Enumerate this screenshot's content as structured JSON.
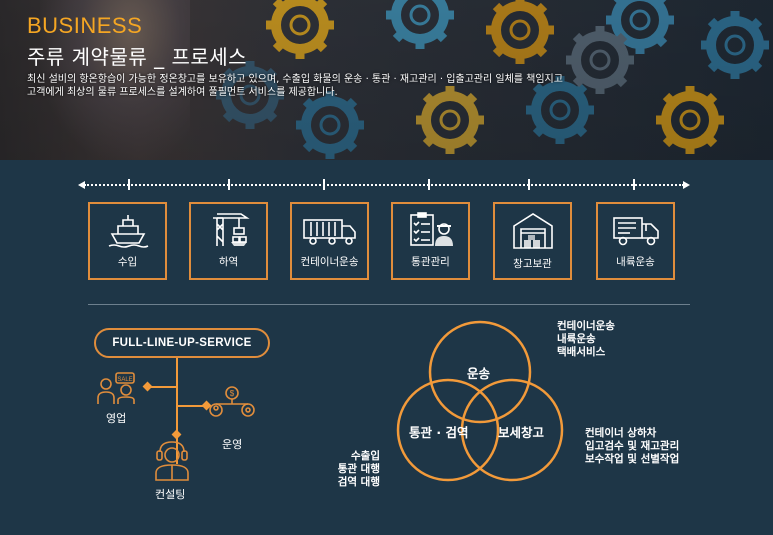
{
  "header": {
    "title": "BUSINESS",
    "subtitle": "주류 계약물류 _ 프로세스",
    "description_lines": [
      "최신 설비의 항온항습이 가능한 정온창고를 보유하고 있으며, 수출입 화물의 운송 · 통관 · 재고관리 · 입출고관리 일체를 책임지고",
      "고객에게 최상의 물류 프로세스를 설계하여 풀필먼트 서비스를 제공합니다."
    ]
  },
  "process_steps": [
    {
      "label": "수입",
      "icon": "ship-icon"
    },
    {
      "label": "하역",
      "icon": "crane-icon"
    },
    {
      "label": "컨테이너운송",
      "icon": "container-truck-icon"
    },
    {
      "label": "통관관리",
      "icon": "customs-clipboard-icon"
    },
    {
      "label": "창고보관",
      "icon": "warehouse-icon"
    },
    {
      "label": "내륙운송",
      "icon": "delivery-truck-icon"
    }
  ],
  "service": {
    "badge": "FULL-LINE-UP-SERVICE",
    "items": [
      {
        "label": "영업",
        "icon": "sales-people-icon"
      },
      {
        "label": "운영",
        "icon": "operation-icon"
      },
      {
        "label": "컨설팅",
        "icon": "consultant-icon"
      }
    ]
  },
  "venn": {
    "circles": [
      "운송",
      "통관 · 검역",
      "보세창고"
    ],
    "notes": {
      "transport": [
        "컨테이너운송",
        "내륙운송",
        "택배서비스"
      ],
      "customs": [
        "수출입",
        "통관 대행",
        "검역 대행"
      ],
      "bonded": [
        "컨테이너 상하차",
        "입고검수 및 재고관리",
        "보수작업 및 선별작업"
      ]
    }
  },
  "colors": {
    "accent": "#f5a623",
    "border": "#e08d3c",
    "background": "#1e3647"
  }
}
